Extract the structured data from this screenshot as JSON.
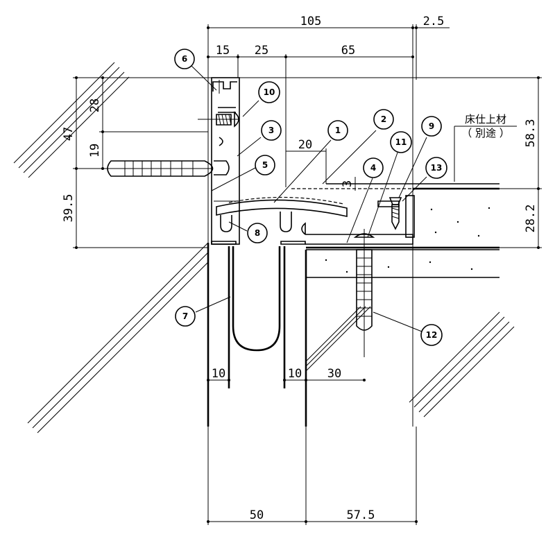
{
  "dimensions": {
    "top_total": "105",
    "top_gap": "2.5",
    "top_15": "15",
    "top_25": "25",
    "top_65": "65",
    "left_47": "47",
    "left_28": "28",
    "left_19": "19",
    "left_39_5": "39.5",
    "right_58_3": "58.3",
    "right_28_2": "28.2",
    "inner_20": "20",
    "inner_3": "3",
    "bottom_10a": "10",
    "bottom_10b": "10",
    "bottom_30": "30",
    "bottom_50": "50",
    "bottom_57_5": "57.5"
  },
  "floor_note": {
    "line1": "床仕上材",
    "line2": "（ 別途 ）"
  },
  "callouts": [
    "1",
    "2",
    "3",
    "4",
    "5",
    "6",
    "7",
    "8",
    "9",
    "10",
    "11",
    "12",
    "13"
  ]
}
